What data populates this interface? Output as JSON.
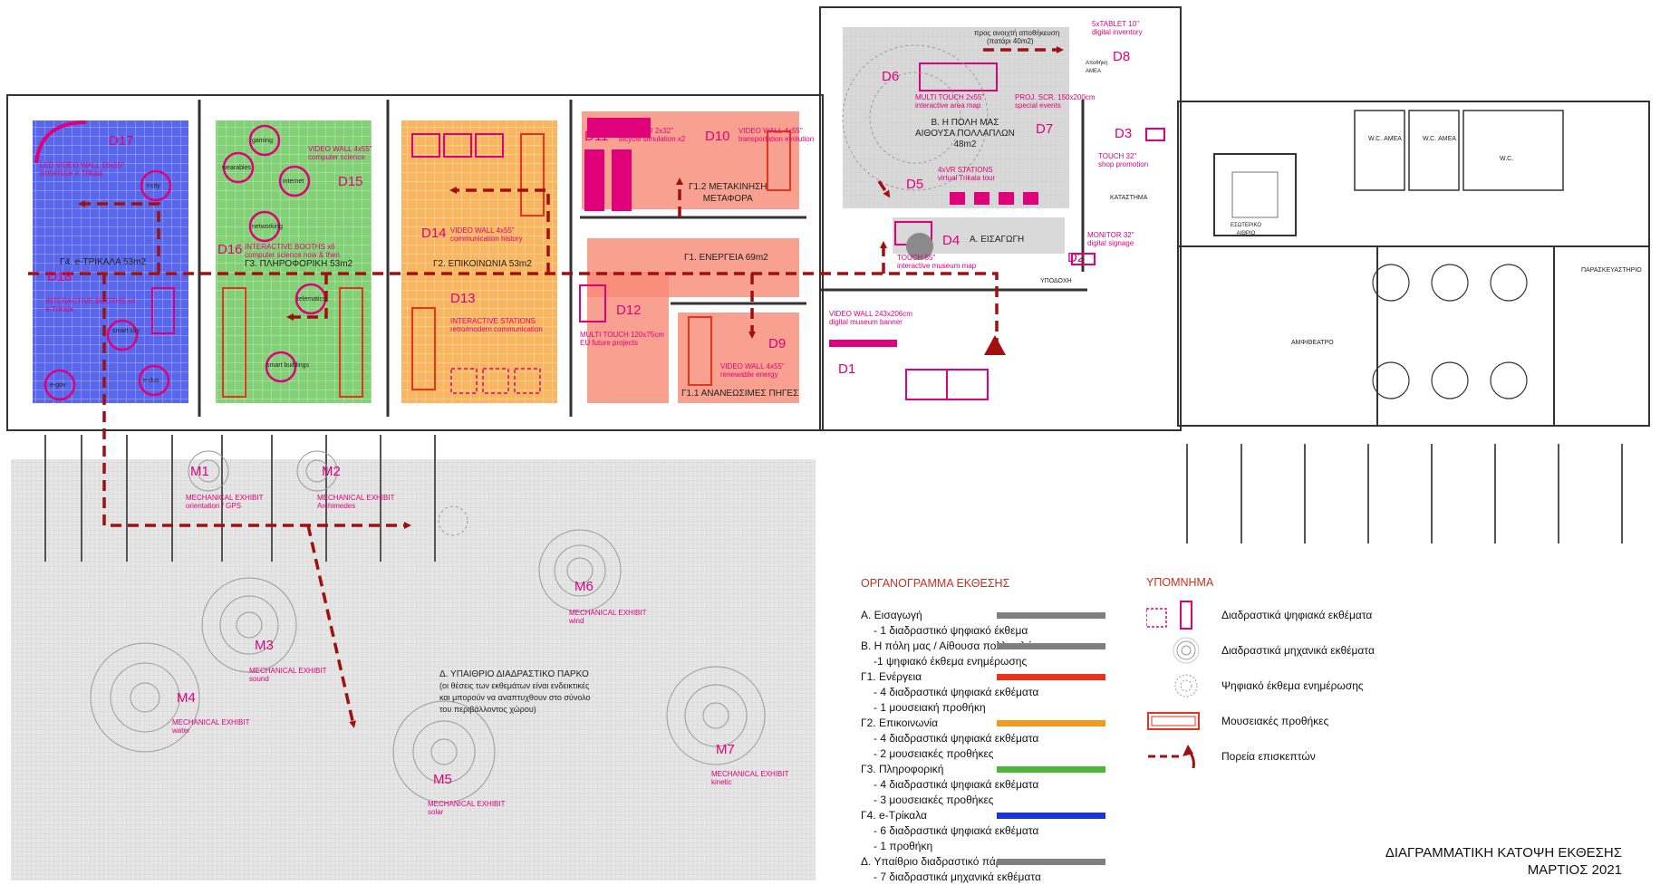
{
  "rooms": {
    "g4": "Γ4. e-ΤΡΙΚΑΛΑ 53m2",
    "g3": "Γ3. ΠΛΗΡΟΦΟΡΙΚΗ 53m2",
    "g2": "Γ2. ΕΠΙΚΟΙΝΩΝΙΑ 53m2",
    "g12": [
      "Γ1.2 ΜΕΤΑΚΙΝΗΣΗ",
      "ΜΕΤΑΦΟΡΑ"
    ],
    "g1": "Γ1. ΕΝΕΡΓΕΙΑ 69m2",
    "g11": "Γ1.1 ΑΝΑΝΕΩΣΙΜΕΣ ΠΗΓΕΣ",
    "b": [
      "Β. Η ΠΟΛΗ ΜΑΣ",
      "ΑΙΘΟΥΣΑ ΠΟΛΛΑΠΛΩΝ",
      "48m2"
    ],
    "a": "Α. ΕΙΣΑΓΩΓΗ",
    "reception": "ΥΠΟΔΟΧΗ",
    "shop": "ΚΑΤΑΣΤΗΜΑ",
    "inner_yard": [
      "ΕΣΩΤΕΡΙΚΟ",
      "ΑΙΘΡΙΟ"
    ],
    "amphi": "ΑΜΦΙΘΕΑΤΡΟ",
    "prep": "ΠΑΡΑΣΚΕΥΑΣΤΗΡΙΟ",
    "wc1": "W.C. ΑΜΕΑ",
    "wc2": "W.C. ΑΜΕΑ",
    "wc3": "W.C.",
    "storage": [
      "Αποθήκη",
      "ΑΜΕΑ"
    ],
    "park": [
      "Δ. ΥΠΑΙΘΡΙΟ ΔΙΑΔΡΑΣΤΙΚΟ ΠΑΡΚΟ",
      "(οι θέσεις των εκθεμάτων είναι ενδεικτικές",
      "και μπορούν να αναπτυχθουν στο σύνολο",
      "του περιβάλλοντος χώρου)"
    ],
    "storage_note": [
      "προς ανοιχτή αποθήκευση",
      "(πατάρι 40m2)"
    ]
  },
  "exhibits": {
    "d1": "D1",
    "d1_lines": [
      "VIDEO WALL 243x206cm",
      "digital museum banner"
    ],
    "d2": "D2",
    "d2_lines": [
      "MONITOR 32\"",
      "digital signage"
    ],
    "d3": "D3",
    "d3_lines": [
      "TOUCH 32\"",
      "shop promotion"
    ],
    "d4": "D4",
    "d4_lines": [
      "TOUCH 55\"",
      "interactive museum map"
    ],
    "d5": "D5",
    "d5_lines": [
      "4xVR STATIONS",
      "virtual Trikala tour"
    ],
    "d6": "D6",
    "d6_lines": [
      "MULTI TOUCH 2x55\"",
      "interactive area map"
    ],
    "d7": "D7",
    "d7_lines": [
      "PROJ. SCR. 150x200cm",
      "special events"
    ],
    "d8": "D8",
    "d8_lines": [
      "5xTABLET 10\"",
      "digital inventory"
    ],
    "d9": "D9",
    "d9_lines": [
      "VIDEO WALL 4x55\"",
      "renewable energy"
    ],
    "d10": "D10",
    "d10_lines": [
      "VIDEO WALL 4x55\"",
      "transportation evolution"
    ],
    "d11": "D11",
    "d11_lines": [
      "MONITOR 2x32\"",
      "bicycle simulation x2"
    ],
    "d12": "D12",
    "d12_lines": [
      "MULTI TOUCH 120x75cm",
      "EU future projects"
    ],
    "d13": "D13",
    "d13_lines": [
      "INTERACTIVE STATIONS",
      "retro/modern communication"
    ],
    "d14": "D14",
    "d14_lines": [
      "VIDEO WALL 4x55\"",
      "communication history"
    ],
    "d15": "D15",
    "d15_lines": [
      "VIDEO WALL 4x55\"",
      "computer science"
    ],
    "d16": "D16",
    "d16_lines": [
      "INTERACTIVE BOOTHS x6",
      "computer science now & then"
    ],
    "d17": "D17",
    "d17_lines": [
      "LED VIDEO WALL 16x55\"",
      "immersive e-Trikala"
    ],
    "d18": "D18",
    "d18_lines": [
      "INTERACTIVE BOOTHS x4",
      "e-Trikala"
    ],
    "booths_g3": [
      "gaming",
      "wearables",
      "internet",
      "networking",
      "telematics",
      "smart buildings"
    ],
    "booths_g4": [
      "t-city",
      "smart city",
      "e-gov",
      "e-dus"
    ],
    "m1": "M1",
    "m1_lines": [
      "MECHANICAL EXHIBIT",
      "orientation / GPS"
    ],
    "m2": "M2",
    "m2_lines": [
      "MECHANICAL EXHIBIT",
      "Archimedes"
    ],
    "m3": "M3",
    "m3_lines": [
      "MECHANICAL EXHIBIT",
      "sound"
    ],
    "m4": "M4",
    "m4_lines": [
      "MECHANICAL EXHIBIT",
      "water"
    ],
    "m5": "M5",
    "m5_lines": [
      "MECHANICAL EXHIBIT",
      "solar"
    ],
    "m6": "M6",
    "m6_lines": [
      "MECHANICAL EXHIBIT",
      "wind"
    ],
    "m7": "M7",
    "m7_lines": [
      "MECHANICAL EXHIBIT",
      "kinetic"
    ]
  },
  "org": {
    "title": "ΟΡΓΑΝΟΓΡΑΜΜΑ ΕΚΘΕΣΗΣ",
    "rows": [
      {
        "text": "Α. Εισαγωγή",
        "color": "#7f7f7f",
        "sub": false
      },
      {
        "text": "- 1 διαδραστικό ψηφιακό έκθεμα",
        "sub": true
      },
      {
        "text": "Β. Η πόλη μας  / Αίθουσα πολλαπλών",
        "color": "#7f7f7f",
        "sub": false
      },
      {
        "text": "-1 ψηφιακό έκθεμα ενημέρωσης",
        "sub": true
      },
      {
        "text": "Γ1. Ενέργεια",
        "color": "#e8331e",
        "sub": false
      },
      {
        "text": "- 4 διαδραστικά ψηφιακά εκθέματα",
        "sub": true
      },
      {
        "text": "- 1 μουσειακή προθήκη",
        "sub": true
      },
      {
        "text": "Γ2. Επικοινωνία",
        "color": "#f39a1e",
        "sub": false
      },
      {
        "text": "- 4 διαδραστικά ψηφιακά εκθέματα",
        "sub": true
      },
      {
        "text": "- 2 μουσειακές προθήκες",
        "sub": true
      },
      {
        "text": "Γ3. Πληροφορική",
        "color": "#4fb43a",
        "sub": false
      },
      {
        "text": "- 4 διαδραστικά ψηφιακά εκθέματα",
        "sub": true
      },
      {
        "text": "- 3 μουσειακές προθήκες",
        "sub": true
      },
      {
        "text": "Γ4. e-Τρίκαλα",
        "color": "#1a33e0",
        "sub": false
      },
      {
        "text": "- 6 διαδραστικά ψηφιακά εκθέματα",
        "sub": true
      },
      {
        "text": "- 1 προθήκη",
        "sub": true
      },
      {
        "text": "Δ. Υπαίθριο διαδραστικό πάρκο",
        "color": "#7f7f7f",
        "sub": false
      },
      {
        "text": "- 7 διαδραστικά μηχανικά εκθέματα",
        "sub": true
      }
    ]
  },
  "legend": {
    "title": "ΥΠΟΜΝΗΜΑ",
    "items": [
      {
        "text": "Διαδραστικά ψηφιακά εκθέματα",
        "icon": "digital-exhibit-icon"
      },
      {
        "text": "Διαδραστικά μηχανικά εκθέματα",
        "icon": "mechanical-exhibit-icon"
      },
      {
        "text": "Ψηφιακό έκθεμα ενημέρωσης",
        "icon": "info-exhibit-icon"
      },
      {
        "text": "Μουσειακές προθήκες",
        "icon": "display-case-icon"
      },
      {
        "text": "Πορεία επισκεπτών",
        "icon": "visitor-path-icon"
      }
    ]
  },
  "title": {
    "line1": "ΔΙΑΓΡΑΜΜΑΤΙΚΗ ΚΑΤΟΨΗ ΕΚΘΕΣΗΣ",
    "line2": "ΜΑΡΤΙΟΣ 2021"
  },
  "colors": {
    "magenta": "#e0007a",
    "path": "#a01010",
    "g4": "#1a33e0",
    "g3": "#4fb43a",
    "g2": "#f39a1e",
    "g1": "#e8331e",
    "grey": "#7f7f7f"
  }
}
